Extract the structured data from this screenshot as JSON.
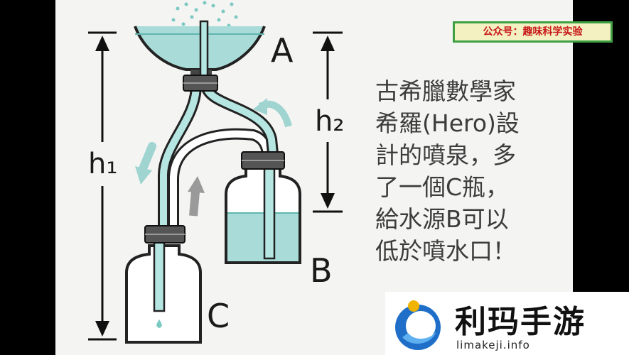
{
  "diagram": {
    "labels": {
      "a": "A",
      "b": "B",
      "c": "C",
      "h1": "h₁",
      "h2": "h₂"
    },
    "description_lines": [
      "古希臘數學家",
      "希羅(Hero)設",
      "計的噴泉，多",
      "了一個C瓶，",
      "給水源B可以",
      "低於噴水口！"
    ]
  },
  "badge": {
    "text": "公众号：趣味科学实验"
  },
  "watermark": {
    "name": "利玛手游",
    "url": "limakeji.info"
  },
  "colors": {
    "water": "#a9dcd8",
    "tube_water": "#b6e6e2",
    "clamp": "#555555",
    "arrow_blue": "#9fd4d0",
    "arrow_gray": "#9a9a9a"
  }
}
